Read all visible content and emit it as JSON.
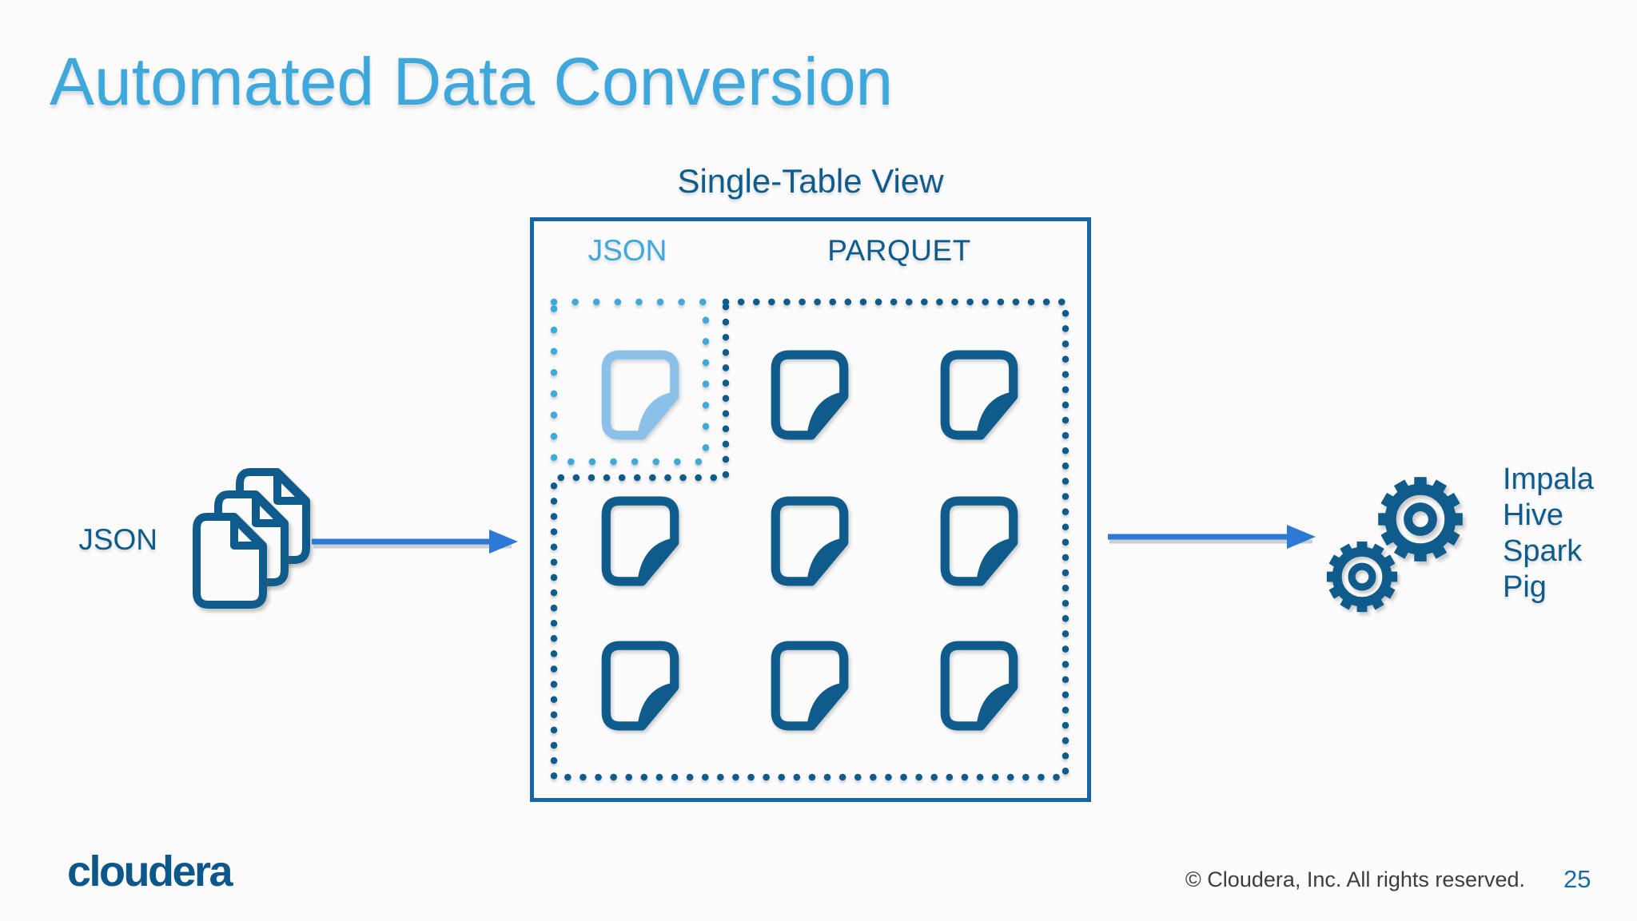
{
  "colors": {
    "title": "#3EA7DC",
    "accent_light": "#3FA9DC",
    "accent_pale": "#8BC1E9",
    "accent_dark": "#0F5C8C",
    "box_border": "#1565A8",
    "arrow": "#2E79D3",
    "logo_blue": "#0E578A",
    "footer_text": "#3D3D3D",
    "page_number": "#1B6CA4"
  },
  "slide": {
    "title": "Automated Data Conversion",
    "footer": {
      "logo": "cloudera",
      "copyright": "© Cloudera, Inc. All rights reserved.",
      "page_number": "25"
    }
  },
  "diagram": {
    "subtitle": "Single-Table View",
    "source": {
      "label": "JSON",
      "icon": "document-stack"
    },
    "table": {
      "json_label": "JSON",
      "parquet_label": "PARQUET",
      "grid_rows": 3,
      "grid_cols": 3,
      "json_cell": "row 1, col 1"
    },
    "consumers": [
      "Impala",
      "Hive",
      "Spark",
      "Pig"
    ],
    "consumers_icon": "gears"
  }
}
